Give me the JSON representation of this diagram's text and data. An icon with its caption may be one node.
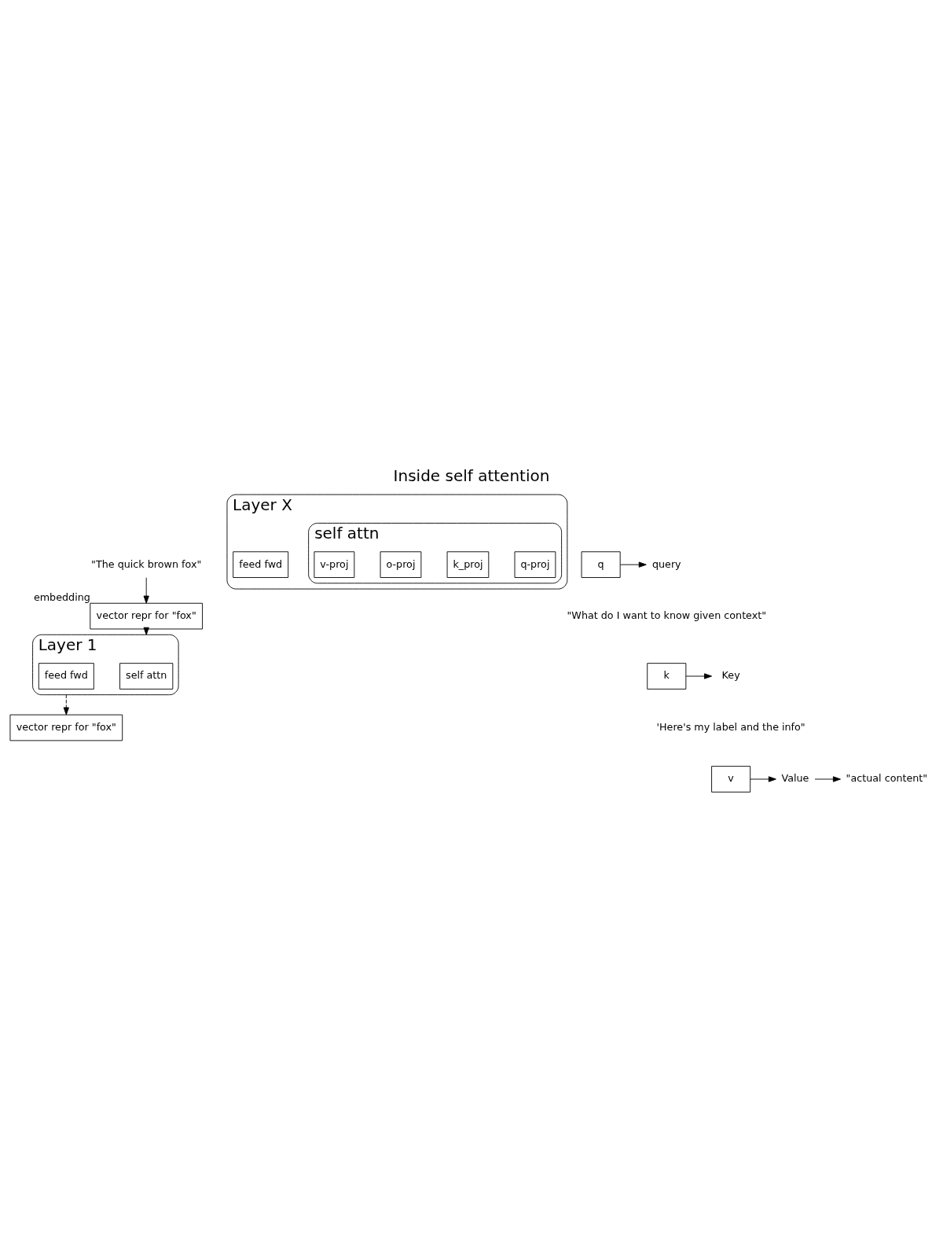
{
  "diagram": {
    "title": "Inside self attention",
    "nodes": [
      {
        "text": [
          "\"The quick brown fox\""
        ]
      },
      {
        "text": [
          "vector repr for \"fox\""
        ],
        "beside": [
          "embedding"
        ]
      },
      {
        "text": [
          "Layer 1"
        ]
      },
      {
        "text": [
          "self attn"
        ],
        "in": 2
      },
      {
        "text": [
          "feed fwd"
        ],
        "in": 2
      },
      {
        "text": [
          "vector repr for \"fox\""
        ]
      },
      {
        "text": [
          "Layer X"
        ]
      },
      {
        "text": [
          "self attn"
        ],
        "in": 6
      },
      {
        "text": [
          "q-proj"
        ],
        "in": 7
      },
      {
        "text": [
          "k_proj"
        ],
        "in": 7
      },
      {
        "text": [
          "o-proj"
        ],
        "in": 7
      },
      {
        "text": [
          "v-proj"
        ],
        "in": 7
      },
      {
        "text": [
          "feed fwd"
        ],
        "in": 6
      },
      {
        "text": [
          "q"
        ]
      },
      {
        "text": [
          "query"
        ]
      },
      {
        "text": [
          "k"
        ]
      },
      {
        "text": [
          "Key"
        ]
      },
      {
        "text": [
          "v"
        ]
      },
      {
        "text": [
          "Value"
        ]
      },
      {
        "text": [
          "\"actual content\""
        ]
      }
    ],
    "edges": [
      {
        "from": 0,
        "to": 1,
        "arrow": "to"
      },
      {
        "from": 1,
        "to": 2,
        "arrow": "to"
      },
      {
        "from": 2,
        "to": 5,
        "arrow": "to",
        "style": "dashed"
      },
      {
        "from": 13,
        "to": 14,
        "arrow": "to"
      },
      {
        "from": 15,
        "to": 16,
        "arrow": "to"
      },
      {
        "from": 17,
        "to": 18,
        "arrow": "to"
      },
      {
        "from": 18,
        "to": 19,
        "arrow": "to"
      }
    ],
    "labels": [
      "\"What do I want to know given context\"",
      "'Here's my label and the info\""
    ]
  }
}
